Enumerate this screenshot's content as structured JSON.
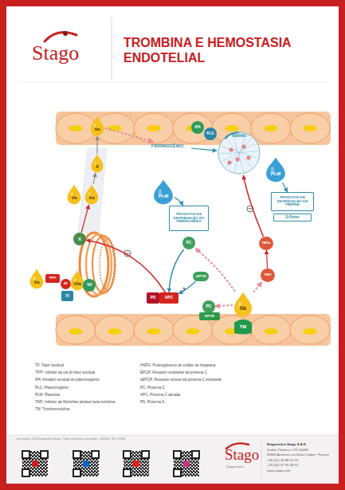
{
  "diagram": {
    "title": "TROMBINA E HEMOSTASIA ENDOTELIAL",
    "nodes": [
      {
        "text": [
          "IIa"
        ]
      },
      {
        "text": [
          "II"
        ]
      },
      {
        "text": [
          "FIBRINOGÊNIO"
        ]
      },
      {
        "text": [
          "tPA"
        ]
      },
      {
        "text": [
          "PLG"
        ]
      },
      {
        "text": [
          "FIBRINA"
        ]
      },
      {
        "text": [
          "PLM"
        ]
      },
      {
        "text": [
          "Va"
        ]
      },
      {
        "text": [
          "Xa"
        ]
      },
      {
        "text": [
          "PLM"
        ]
      },
      {
        "text": [
          "PRODUTOS DA DEGRADAÇÃO DA FIBRINA"
        ]
      },
      {
        "text": [
          "D-Dimer"
        ]
      },
      {
        "text": [
          "PRODUTOS DA DEGRADAÇÃO DO FIBRINOGÊNIO"
        ]
      },
      {
        "text": [
          "X"
        ]
      },
      {
        "text": [
          "PC"
        ]
      },
      {
        "text": [
          "TAFIa"
        ]
      },
      {
        "text": [
          "TAFI"
        ]
      },
      {
        "text": [
          "sEPCR"
        ]
      },
      {
        "text": [
          "Xa"
        ]
      },
      {
        "text": [
          "TFPI"
        ]
      },
      {
        "text": [
          "AT"
        ]
      },
      {
        "text": [
          "VIIa"
        ]
      },
      {
        "text": [
          "VII"
        ]
      },
      {
        "text": [
          "TF"
        ]
      },
      {
        "text": [
          "PS"
        ]
      },
      {
        "text": [
          "APC"
        ]
      },
      {
        "text": [
          "PC"
        ]
      },
      {
        "text": [
          "EPCR"
        ]
      },
      {
        "text": [
          "IIa"
        ]
      },
      {
        "text": [
          "TM"
        ]
      }
    ],
    "edges": [
      {
        "from": 1,
        "to": 0,
        "arrow": "to"
      },
      {
        "from": 0,
        "to": 2,
        "arrow": "to"
      },
      {
        "from": 2,
        "to": 5,
        "arrow": "to"
      },
      {
        "from": 9,
        "to": 12,
        "arrow": "to"
      },
      {
        "from": 6,
        "to": 10,
        "arrow": "to"
      },
      {
        "from": 16,
        "to": 15,
        "arrow": "to"
      },
      {
        "from": 28,
        "to": 16,
        "arrow": "to"
      },
      {
        "from": 15,
        "to": 5,
        "arrow": "to"
      },
      {
        "from": 28,
        "to": 14,
        "arrow": "to"
      },
      {
        "from": 28,
        "to": 26,
        "arrow": "to"
      },
      {
        "from": 14,
        "to": 25,
        "arrow": "to"
      },
      {
        "from": 17,
        "to": 25,
        "label": "?",
        "arrow": "to"
      },
      {
        "from": 25,
        "to": 13,
        "arrow": "to"
      },
      {
        "from": 13,
        "to": 8,
        "arrow": "to"
      },
      {
        "from": 8,
        "to": 1,
        "arrow": "to"
      }
    ],
    "labels": [
      "Stago",
      "TF: Fator tecidual",
      "TFPI: Inibidor da via do fator tecidual",
      "tPA: Ativador tecidual do plasminogênio",
      "PLG: Plasminogênio",
      "PLM: Plasmina",
      "TAFI: Inibidor da fibrinólise ativável pela trombina",
      "TM: Trombomodulina",
      "HSPG: Proteoglicanos de sulfato de heparana",
      "EPCR: Receptor endotelial da proteína C",
      "sEPCR: Receptor solúvel da proteína C endotelial",
      "PC: Proteína C",
      "APC: Proteína C ativada",
      "PS: Proteína S",
      "Concepção | 2018 Diagnostica Stago - Todos os direitos reservados - 10/2018 - Ref. 27906",
      "Stago",
      "Diagnostica",
      "Diagnostica Stago S.A.S.",
      "3 allée Thérésa • CS 10009",
      "92665 Asnières sur Seine Cedex • France",
      "+33 (0)1 46 88 20 20",
      "+33 (0)1 47 91 08 91",
      "www.stago.com"
    ]
  }
}
